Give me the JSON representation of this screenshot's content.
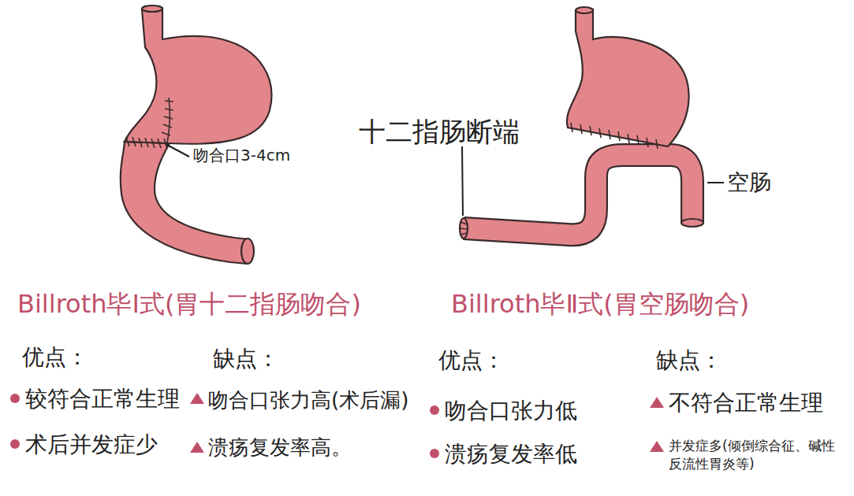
{
  "diagram": {
    "labels": [
      "吻合口3-4cm",
      "十二指肠断端",
      "空肠",
      "Billroth毕Ⅰ式(胃十二指肠吻合)",
      "Billroth毕Ⅱ式(胃空肠吻合)",
      "优点：",
      "较符合正常生理",
      "术后并发症少",
      "缺点：",
      "吻合口张力高(术后漏)",
      "溃疡复发率高。",
      "优点：",
      "吻合口张力低",
      "溃疡复发率低",
      "缺点：",
      "不符合正常生理",
      "并发症多(倾倒综合征、碱性反流性胃炎等)"
    ]
  }
}
